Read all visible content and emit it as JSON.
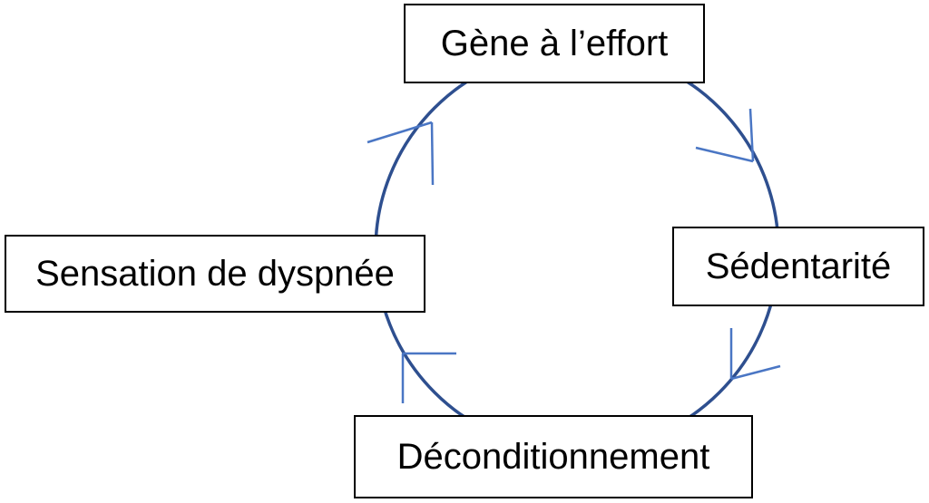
{
  "diagram": {
    "nodes": [
      {
        "id": "top",
        "label": "Gène à l’effort"
      },
      {
        "id": "right",
        "label": "Sédentarité"
      },
      {
        "id": "bottom",
        "label": "Déconditionnement"
      },
      {
        "id": "left",
        "label": "Sensation de dyspnée"
      }
    ],
    "cycle_direction": "clockwise",
    "colors": {
      "circle": "#2e4f8f",
      "arrow": "#4a76c4",
      "box_border": "#000000",
      "text": "#000000"
    }
  }
}
